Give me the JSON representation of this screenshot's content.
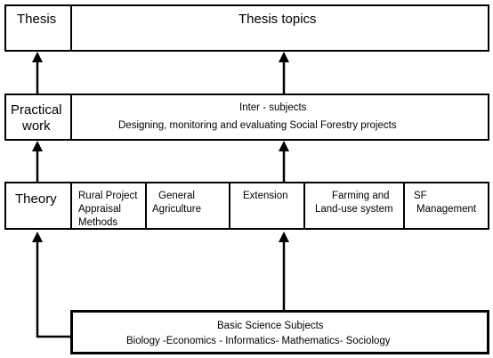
{
  "top_row": {
    "thesis": "Thesis",
    "thesis_topics": "Thesis topics"
  },
  "middle_row": {
    "practical_work_line1": "Practical",
    "practical_work_line2": "work",
    "inter_subjects": "Inter - subjects",
    "inter_subjects_detail": "Designing, monitoring and evaluating Social Forestry projects"
  },
  "theory_row": {
    "theory": "Theory",
    "subjects": [
      {
        "lines": [
          "Rural Project",
          "Appraisal",
          "Methods"
        ]
      },
      {
        "lines": [
          "General",
          "Agriculture"
        ]
      },
      {
        "lines": [
          "Extension"
        ]
      },
      {
        "lines": [
          "Farming and",
          "Land-use system"
        ]
      },
      {
        "lines": [
          "SF",
          "Management"
        ]
      }
    ]
  },
  "bottom_box": {
    "title": "Basic Science Subjects",
    "subjects": "Biology -Economics - Informatics- Mathematics- Sociology"
  }
}
